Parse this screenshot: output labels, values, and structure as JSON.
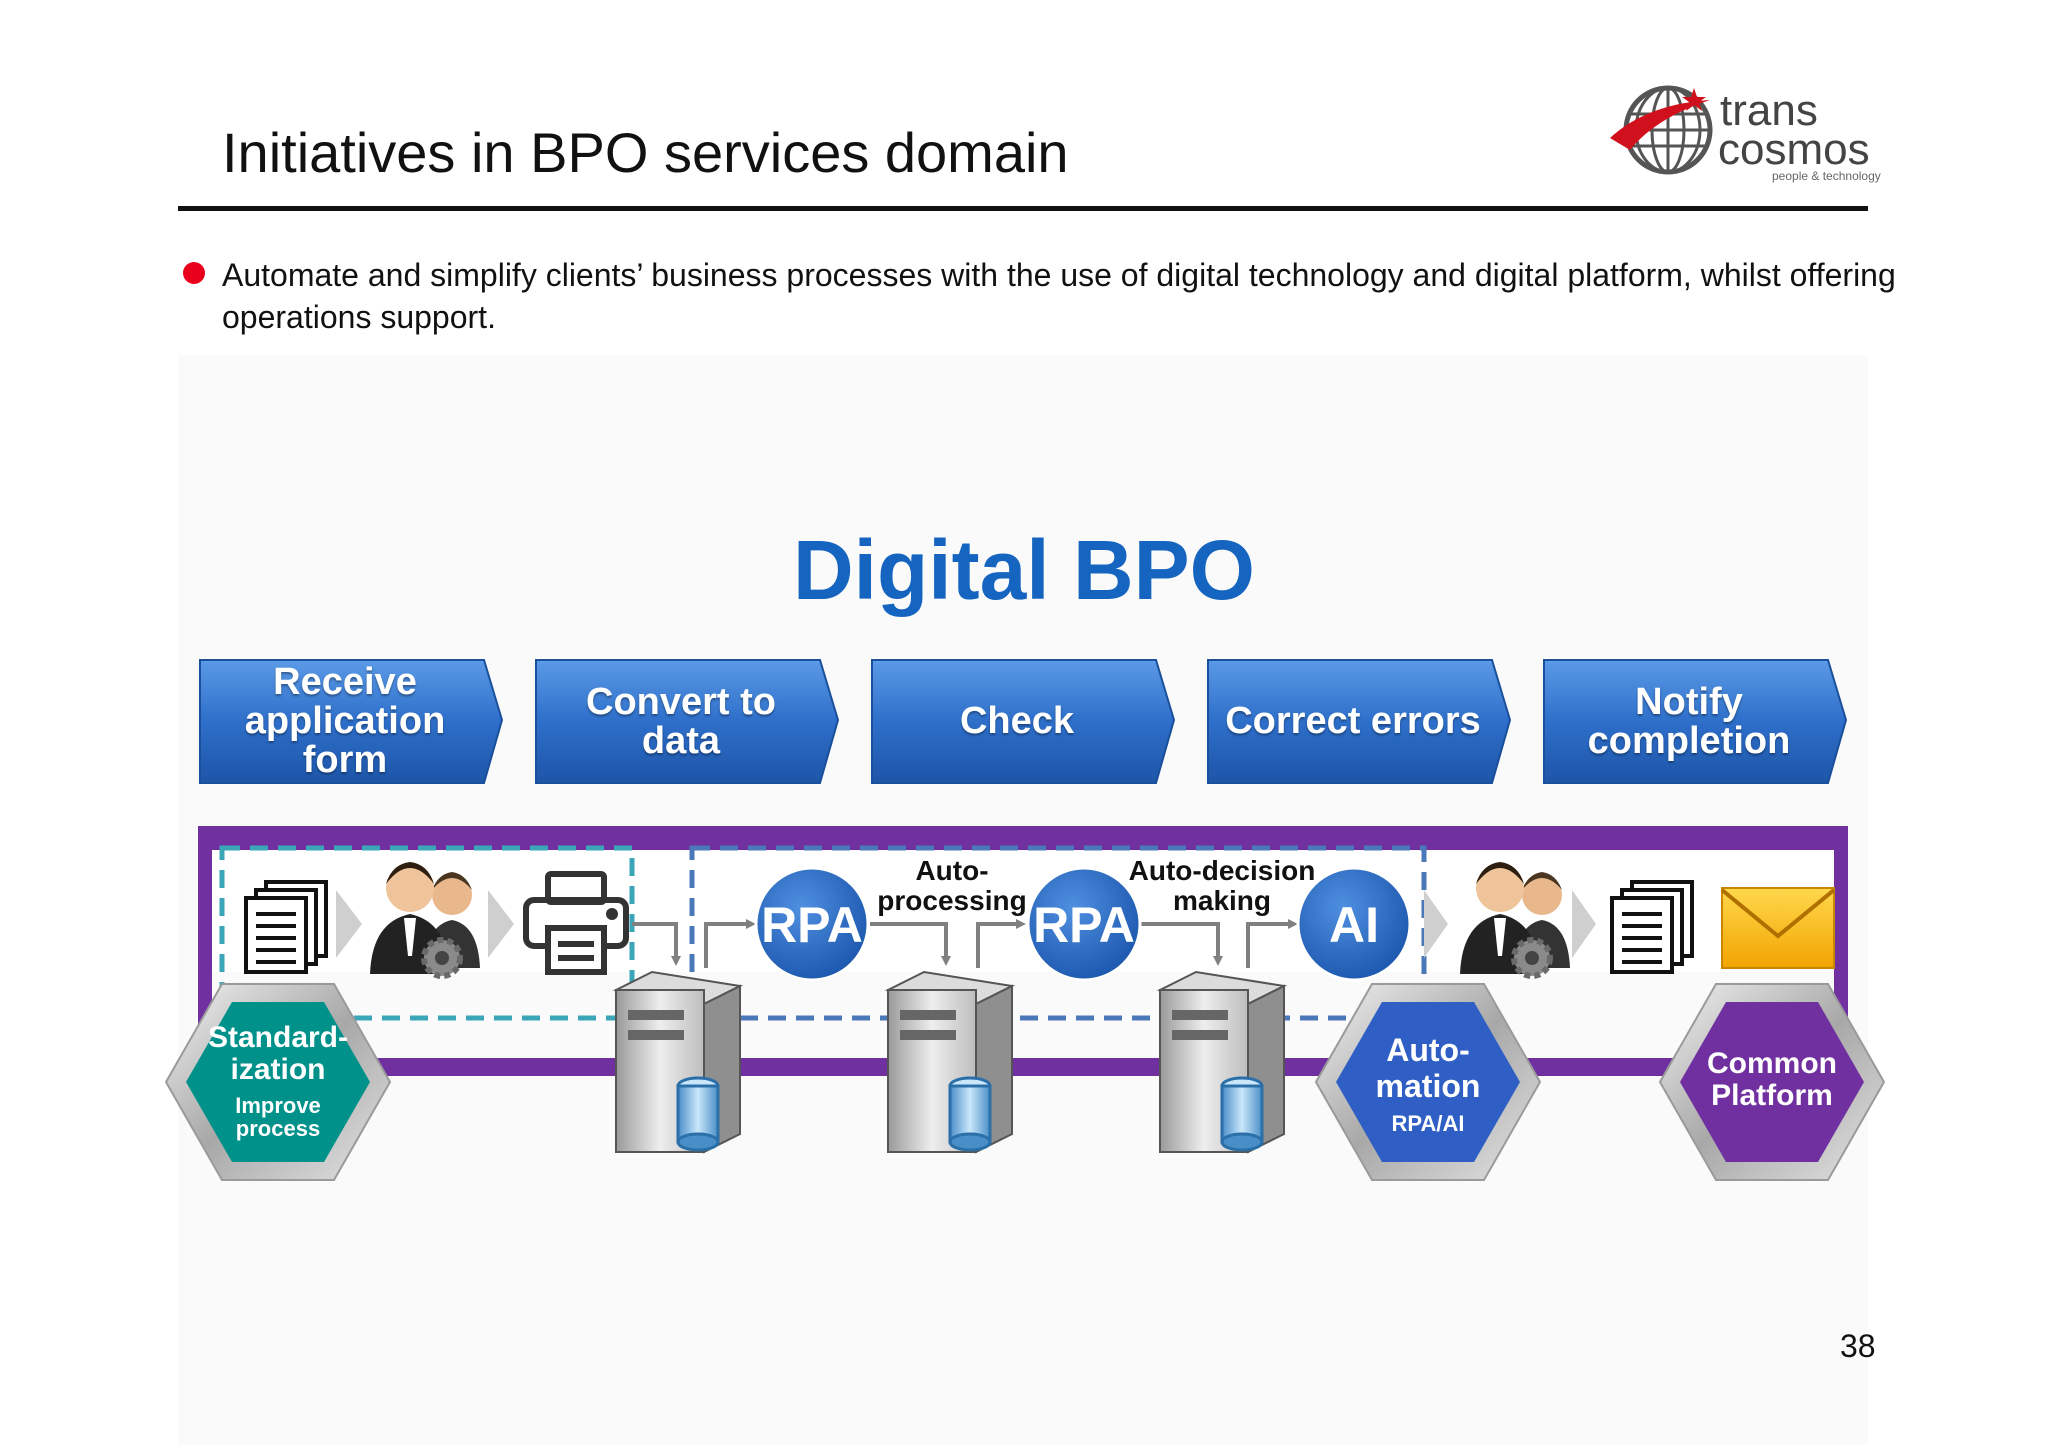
{
  "header": {
    "title": "Initiatives in BPO services domain",
    "logo": {
      "line1": "trans",
      "line2": "cosmos",
      "tagline": "people & technology"
    }
  },
  "bullet": {
    "text": "Automate and simplify clients’ business processes with the use of digital technology and digital platform, whilst offering operations support."
  },
  "diagram": {
    "title": "Digital BPO",
    "steps": [
      {
        "label": "Receive\napplication\nform"
      },
      {
        "label": "Convert to\ndata"
      },
      {
        "label": "Check"
      },
      {
        "label": "Correct errors"
      },
      {
        "label": "Notify\ncompletion"
      }
    ],
    "flow": [
      {
        "badge": "RPA"
      },
      {
        "badge": "RPA"
      },
      {
        "badge": "AI"
      }
    ],
    "flow_labels": [
      {
        "text": "Auto-\nprocessing"
      },
      {
        "text": "Auto-decision\nmaking"
      }
    ],
    "hexagons": [
      {
        "title": "Standard-\nization",
        "subtitle": "Improve\nprocess",
        "color": "#00918a"
      },
      {
        "title": "Auto-\nmation",
        "subtitle": "RPA/AI",
        "color": "#2f5fc4"
      },
      {
        "title": "Common\nPlatform",
        "subtitle": "",
        "color": "#7030a0"
      }
    ]
  },
  "colors": {
    "accent_blue": "#1565c0",
    "step_blue": "#2b6cc4",
    "purple_frame": "#7030a0",
    "bullet_red": "#e8001c"
  },
  "footer": {
    "page_number": "38"
  }
}
